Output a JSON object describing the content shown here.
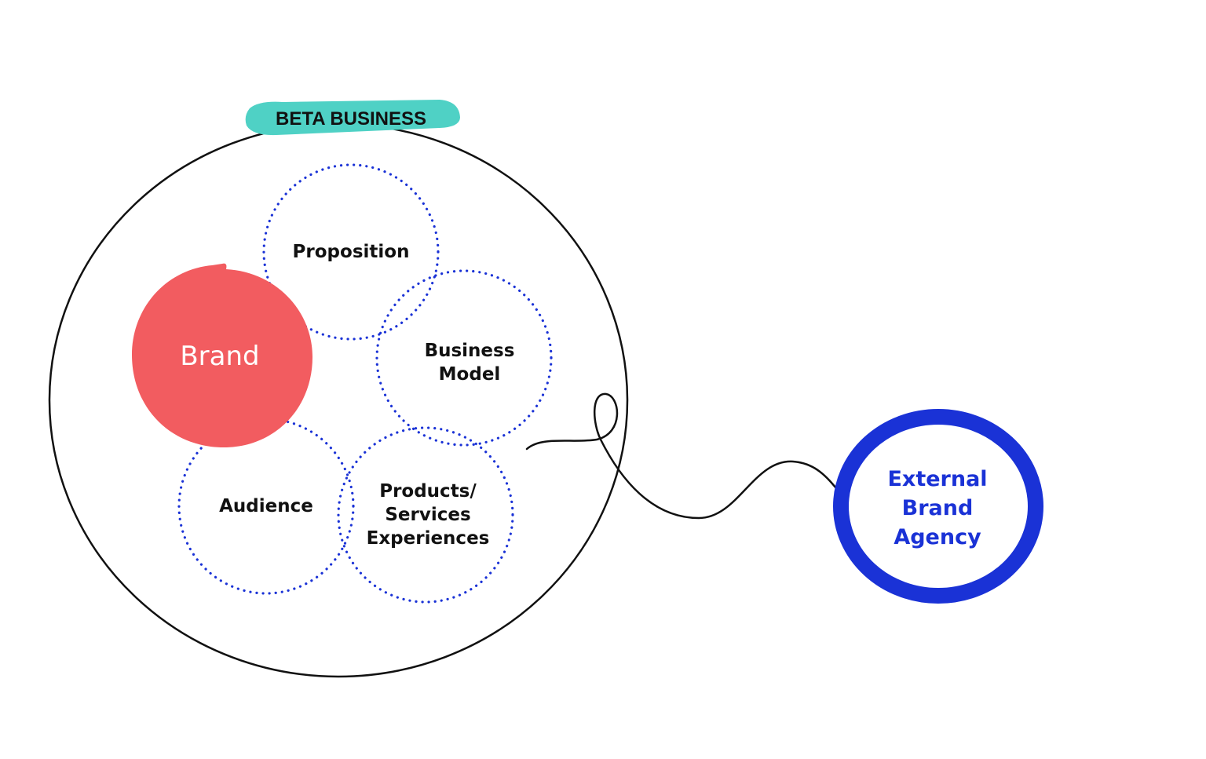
{
  "title": "BETA BUSINESS",
  "colors": {
    "title_highlight": "#4fd1c5",
    "brand": "#f25c60",
    "dotted": "#1a32d6",
    "external": "#1a32d6",
    "outline": "#111111"
  },
  "brand": {
    "label": "Brand"
  },
  "elements": [
    {
      "id": "proposition",
      "lines": [
        "Proposition"
      ]
    },
    {
      "id": "business-model",
      "lines": [
        "Business",
        "Model"
      ]
    },
    {
      "id": "audience",
      "lines": [
        "Audience"
      ]
    },
    {
      "id": "products",
      "lines": [
        "Products/",
        "Services",
        "Experiences"
      ]
    }
  ],
  "external": {
    "lines": [
      "External",
      "Brand",
      "Agency"
    ]
  }
}
